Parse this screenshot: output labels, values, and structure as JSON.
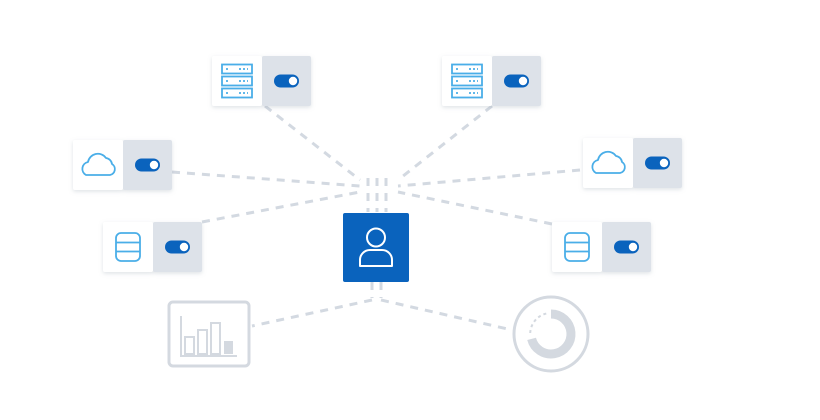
{
  "center_node": {
    "icon": "user-icon",
    "color": "#0a63bd"
  },
  "integrations": [
    {
      "id": "server-top-left",
      "icon": "server-rack-icon",
      "toggle_on": true
    },
    {
      "id": "server-top-right",
      "icon": "server-rack-icon",
      "toggle_on": true
    },
    {
      "id": "cloud-left",
      "icon": "cloud-icon",
      "toggle_on": true
    },
    {
      "id": "cloud-right",
      "icon": "cloud-icon",
      "toggle_on": true
    },
    {
      "id": "database-left",
      "icon": "database-icon",
      "toggle_on": true
    },
    {
      "id": "database-right",
      "icon": "database-icon",
      "toggle_on": true
    }
  ],
  "outputs": [
    {
      "id": "bar-chart-output",
      "icon": "bar-chart-icon"
    },
    {
      "id": "donut-chart-output",
      "icon": "donut-chart-icon"
    }
  ],
  "colors": {
    "icon_blue": "#4aaee8",
    "toggle_blue": "#0a63bd",
    "toggle_panel": "#dde2e9",
    "connector": "#d3d9e1",
    "faded_icon": "#d4d9e0"
  }
}
